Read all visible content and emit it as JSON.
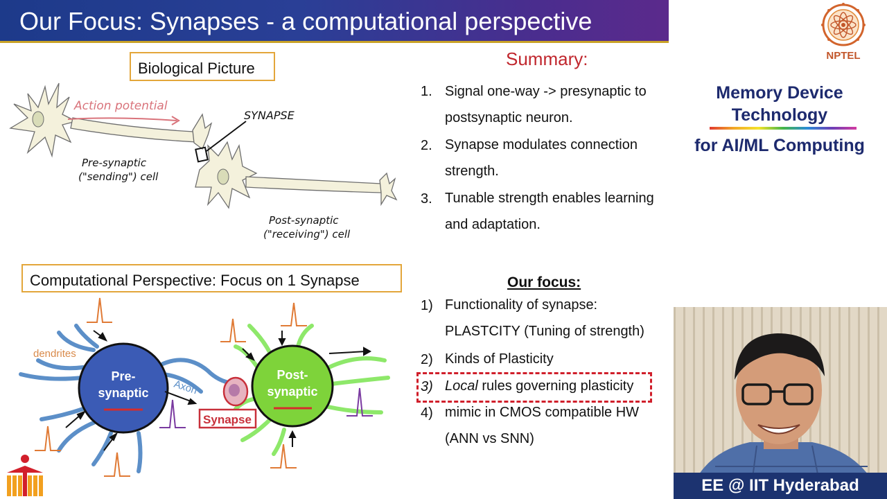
{
  "slide": {
    "title": "Our Focus: Synapses - a computational perspective",
    "nptel_logo_text": "NPTEL"
  },
  "biological": {
    "heading": "Biological Picture",
    "action_potential_label": "Action potential",
    "synapse_label": "SYNAPSE",
    "presynaptic_label_1": "Pre-synaptic",
    "presynaptic_label_2": "(\"sending\") cell",
    "postsynaptic_label_1": "Post-synaptic",
    "postsynaptic_label_2": "(\"receiving\") cell"
  },
  "computational": {
    "heading": "Computational Perspective: Focus on 1 Synapse",
    "dendrites_label": "dendrites",
    "axon_label": "Axon",
    "synapse_label": "Synapse",
    "pre_label_1": "Pre-",
    "pre_label_2": "synaptic",
    "post_label_1": "Post-",
    "post_label_2": "synaptic",
    "colors": {
      "pre_neuron": "#3b5bb5",
      "post_neuron": "#7ed33a",
      "dendrite_pre": "#5c8fc8",
      "dendrite_post": "#8ee86a",
      "spike": "#e07a35",
      "spike_out": "#7a3aa0",
      "synapse": "#c8303a"
    }
  },
  "summary": {
    "title": "Summary:",
    "items": [
      {
        "num": "1.",
        "text": "Signal one-way -> presynaptic to postsynaptic neuron."
      },
      {
        "num": "2.",
        "text": "Synapse modulates connection strength."
      },
      {
        "num": "3.",
        "text": "Tunable strength enables learning and adaptation."
      }
    ]
  },
  "focus": {
    "title": "Our focus:",
    "items": [
      {
        "num": "1)",
        "text": "Functionality of synapse: PLASTCITY (Tuning of strength)"
      },
      {
        "num": "2)",
        "text": "Kinds of Plasticity"
      },
      {
        "num": "3)",
        "italic": "Local",
        "text": " rules governing plasticity"
      },
      {
        "num": "4)",
        "text": "mimic in CMOS compatible HW (ANN vs SNN)"
      }
    ]
  },
  "course": {
    "line1": "Memory Device Technology",
    "line2": "for AI/ML Computing"
  },
  "video": {
    "caption": "EE @ IIT Hyderabad"
  }
}
